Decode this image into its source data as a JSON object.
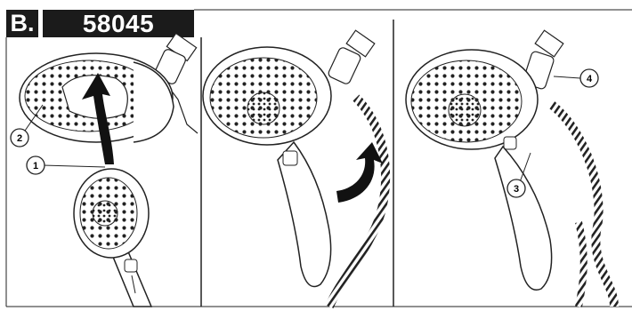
{
  "header": {
    "section_letter": "B.",
    "model_number": "58045"
  },
  "callouts": [
    {
      "label": "1",
      "panel": 1,
      "refers_to": "handshower"
    },
    {
      "label": "2",
      "panel": 1,
      "refers_to": "showerhead-cradle"
    },
    {
      "label": "3",
      "panel": 3,
      "refers_to": "handshower-tab"
    },
    {
      "label": "4",
      "panel": 3,
      "refers_to": "shower-arm-connector"
    }
  ],
  "colors": {
    "header_bg": "#1b1b1b",
    "line": "#222222",
    "arrow": "#111111"
  }
}
